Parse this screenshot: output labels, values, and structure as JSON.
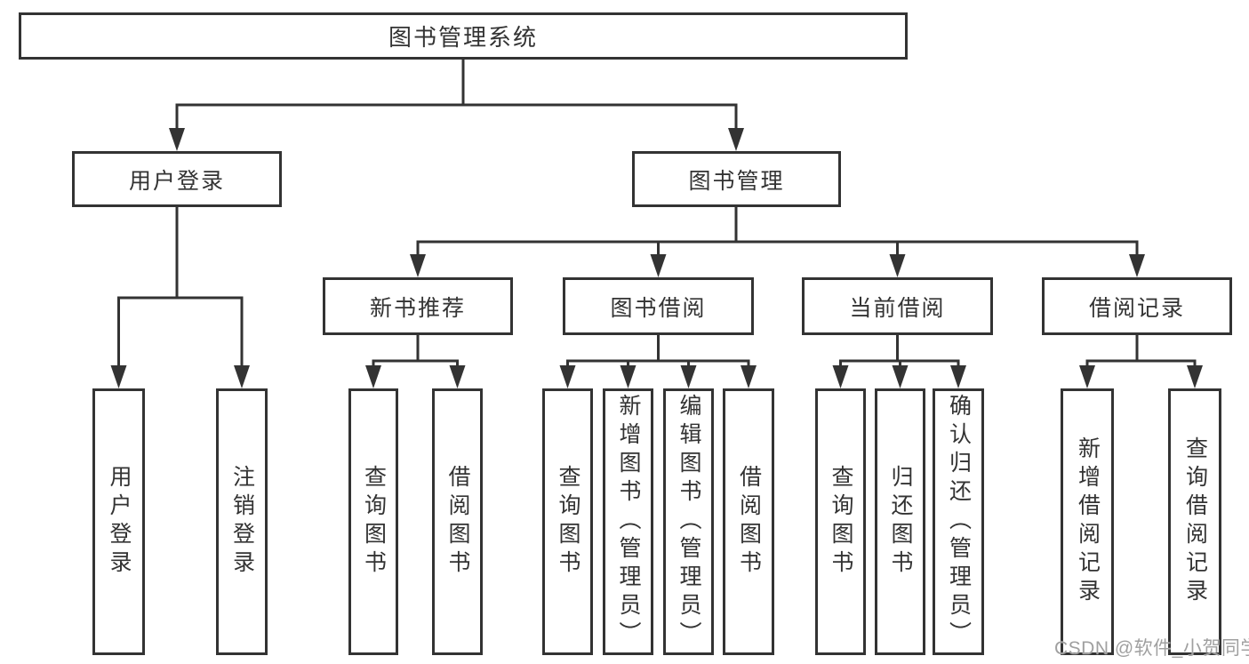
{
  "diagram": {
    "line_color": "#333333",
    "background": "#ffffff",
    "nodes": {
      "root": {
        "label": "图书管理系统"
      },
      "user_login": {
        "label": "用户登录"
      },
      "book_mgmt": {
        "label": "图书管理"
      },
      "new_book_rec": {
        "label": "新书推荐"
      },
      "book_borrow": {
        "label": "图书借阅"
      },
      "current_borrow": {
        "label": "当前借阅"
      },
      "borrow_records": {
        "label": "借阅记录"
      },
      "leaf_user_login": {
        "label": "用户登录"
      },
      "leaf_logout": {
        "label": "注销登录"
      },
      "leaf_query_book_rec": {
        "label": "查询图书"
      },
      "leaf_borrow_book_rec": {
        "label": "借阅图书"
      },
      "leaf_query_book_borrow": {
        "label": "查询图书"
      },
      "leaf_add_book": {
        "label": "新增图书（管理员）"
      },
      "leaf_edit_book": {
        "label": "编辑图书（管理员）"
      },
      "leaf_borrow_book_borrow": {
        "label": "借阅图书"
      },
      "leaf_query_book_current": {
        "label": "查询图书"
      },
      "leaf_return_book": {
        "label": "归还图书"
      },
      "leaf_confirm_return": {
        "label": "确认归还（管理员）"
      },
      "leaf_add_record": {
        "label": "新增借阅记录"
      },
      "leaf_query_record": {
        "label": "查询借阅记录"
      }
    },
    "hierarchy": {
      "图书管理系统": [
        "用户登录",
        "图书管理"
      ],
      "用户登录": [
        "用户登录",
        "注销登录"
      ],
      "图书管理": [
        "新书推荐",
        "图书借阅",
        "当前借阅",
        "借阅记录"
      ],
      "新书推荐": [
        "查询图书",
        "借阅图书"
      ],
      "图书借阅": [
        "查询图书",
        "新增图书（管理员）",
        "编辑图书（管理员）",
        "借阅图书"
      ],
      "当前借阅": [
        "查询图书",
        "归还图书",
        "确认归还（管理员）"
      ],
      "借阅记录": [
        "新增借阅记录",
        "查询借阅记录"
      ]
    }
  },
  "watermark": {
    "text": "CSDN @软件_小贺同学",
    "color": "#a0a0a0"
  }
}
